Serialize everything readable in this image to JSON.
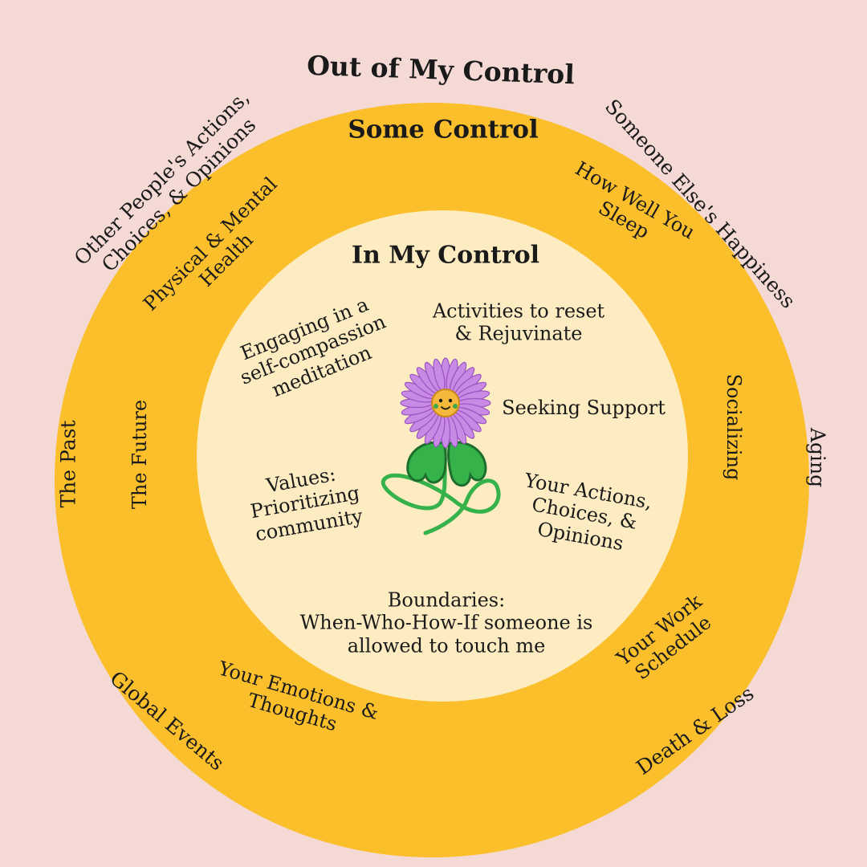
{
  "colors": {
    "background": "#f4d9d4",
    "middle_ring": "#fbbf2c",
    "inner_circle": "#fdecc2",
    "text": "#1a1a1a",
    "petal": "#c98ae6",
    "petal_edge": "#9a55c2",
    "flower_center": "#f5b83a",
    "leaf": "#35b24a",
    "leaf_edge": "#1c6e2c"
  },
  "headings": {
    "out_of_control": "Out of My Control",
    "some_control": "Some Control",
    "in_control": "In My Control"
  },
  "out_of_control_items": [
    "Other People's Actions,\nChoices, & Opinions",
    "Someone Else's Happiness",
    "The Past",
    "Aging",
    "Global Events",
    "Death & Loss"
  ],
  "some_control_items": [
    "Physical & Mental\nHealth",
    "How Well You\nSleep",
    "The Future",
    "Socializing",
    "Your Emotions &\nThoughts",
    "Your Work\nSchedule"
  ],
  "in_control_items": [
    "Engaging in a\nself-compassion\nmeditation",
    "Activities to reset\n& Rejuvinate",
    "Seeking Support",
    "Values:\nPrioritizing\ncommunity",
    "Your Actions,\nChoices, &\nOpinions",
    "Boundaries:\nWhen-Who-How-If someone is\nallowed to touch me"
  ],
  "icons": {
    "center": "smiling-flower-icon"
  }
}
